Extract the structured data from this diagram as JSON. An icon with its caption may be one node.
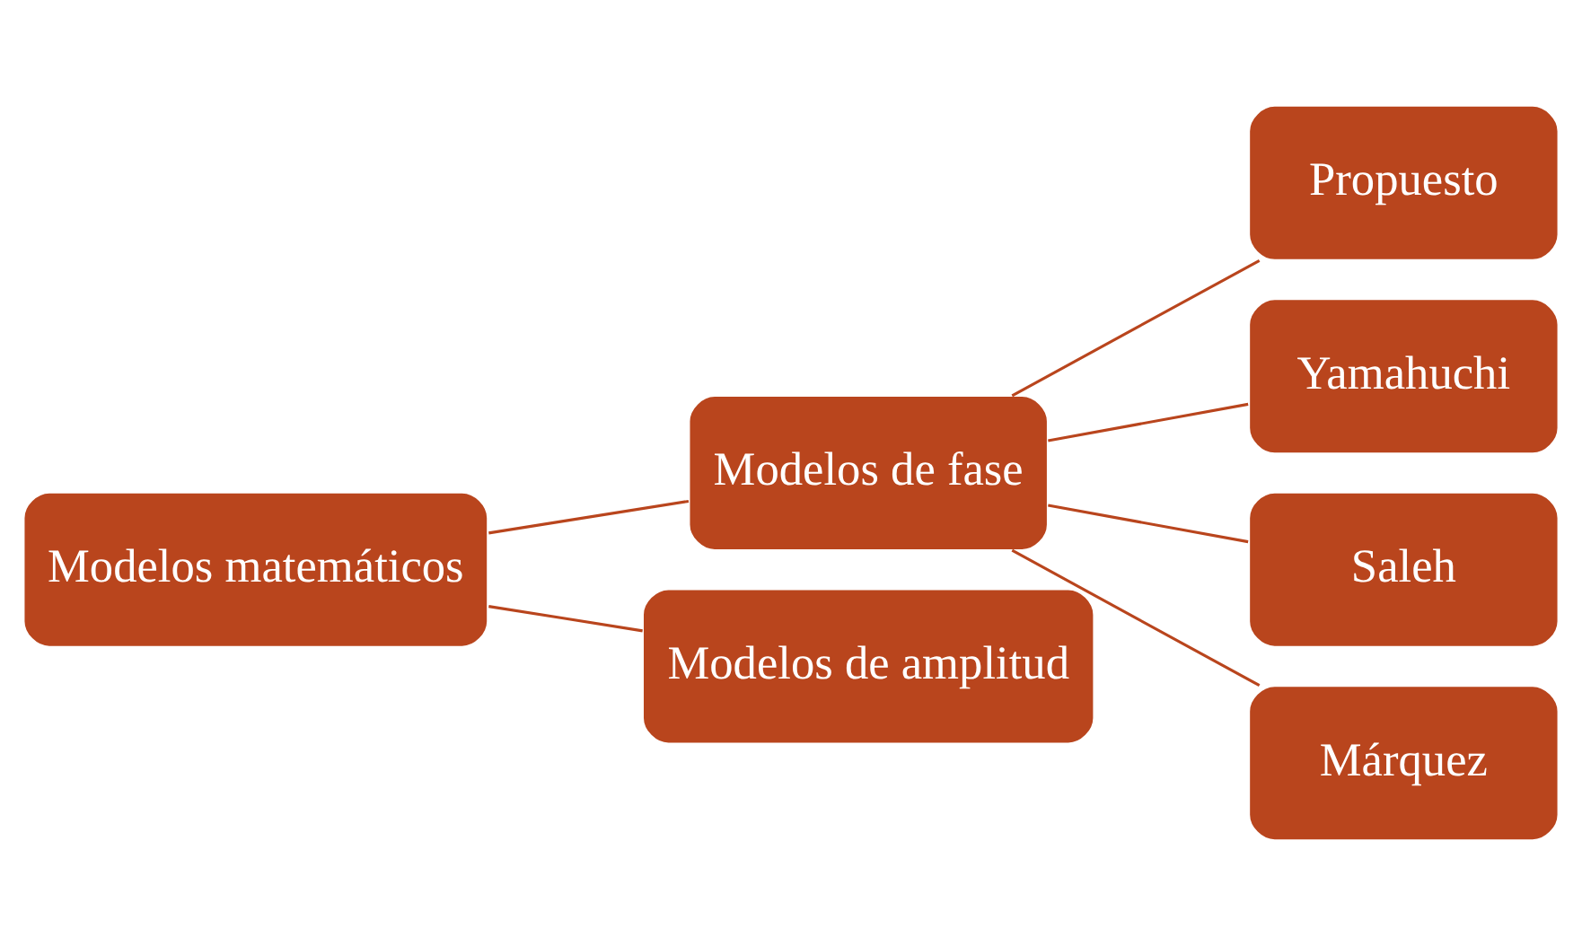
{
  "diagram": {
    "nodes": [
      {
        "text": [
          "Modelos matemáticos"
        ]
      },
      {
        "text": [
          "Modelos de fase"
        ]
      },
      {
        "text": [
          "Modelos de amplitud"
        ]
      },
      {
        "text": [
          "Propuesto"
        ]
      },
      {
        "text": [
          "Yamahuchi"
        ]
      },
      {
        "text": [
          "Saleh"
        ]
      },
      {
        "text": [
          "Márquez"
        ]
      }
    ],
    "edges": [
      {
        "from": 0,
        "to": 1,
        "arrow": "none"
      },
      {
        "from": 0,
        "to": 2,
        "arrow": "none"
      },
      {
        "from": 1,
        "to": 3,
        "arrow": "none"
      },
      {
        "from": 1,
        "to": 4,
        "arrow": "none"
      },
      {
        "from": 1,
        "to": 5,
        "arrow": "none"
      },
      {
        "from": 1,
        "to": 6,
        "arrow": "none"
      }
    ]
  }
}
